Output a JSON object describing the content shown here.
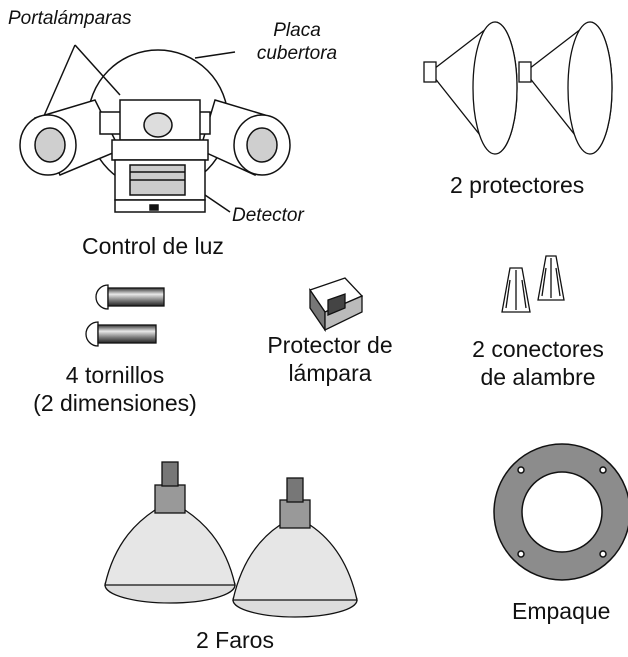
{
  "labels": {
    "lampholders": "Portalámparas",
    "cover_plate_line1": "Placa",
    "cover_plate_line2": "cubertora",
    "detector": "Detector",
    "light_control": "Control de luz",
    "shields": "2 protectores",
    "screws_line1": "4 tornillos",
    "screws_line2": "(2 dimensiones)",
    "lamp_shield_line1": "Protector de",
    "lamp_shield_line2": "lámpara",
    "wire_nuts_line1": "2 conectores",
    "wire_nuts_line2": "de alambre",
    "gasket": "Empaque",
    "floodlights": "2 Faros"
  },
  "colors": {
    "stroke": "#111111",
    "gray": "#8c8c8c",
    "light_gray": "#cfcfcf",
    "dark": "#555555"
  }
}
